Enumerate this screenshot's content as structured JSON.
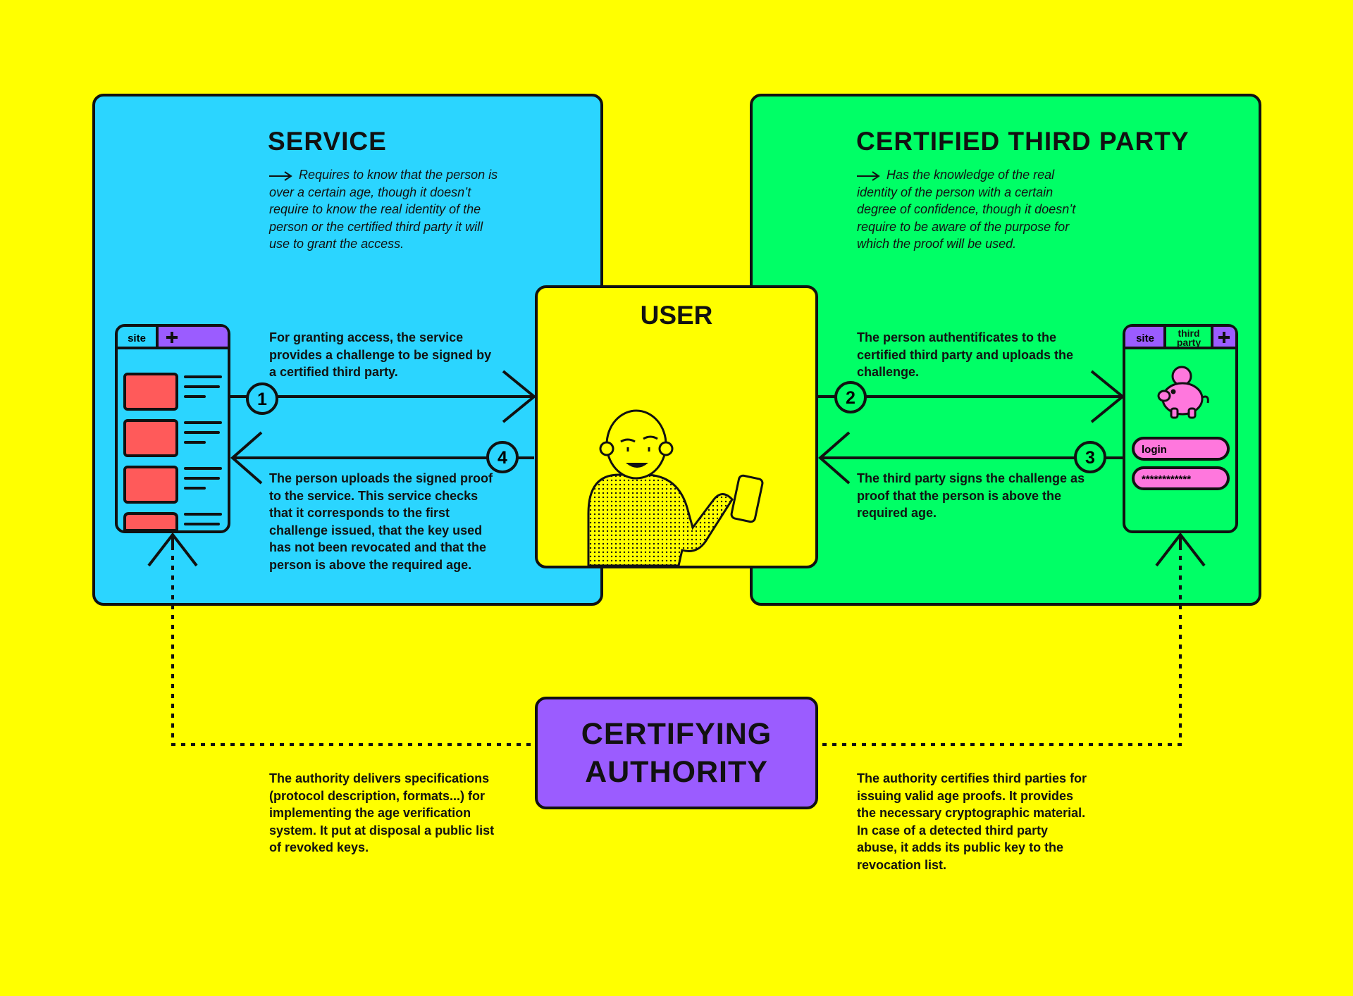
{
  "service": {
    "title": "SERVICE",
    "description": "Requires to know that the person is over a certain age, though it doesn’t require to know the real identity of the person or the certified third party it will use to grant the access.",
    "step1_text": "For granting access, the service provides a challenge to be signed by a certified third party.",
    "step4_text": "The person uploads the signed proof to the service. This service checks that it corresponds to the first challenge issued, that the key used has not been revocated and that the person is above the required age.",
    "browser_tab": "site"
  },
  "third_party": {
    "title": "CERTIFIED THIRD PARTY",
    "description": "Has the knowledge of the real identity of the person with a certain degree of confidence, though it doesn’t require to be aware of the purpose for which the proof will be used.",
    "step2_text": "The person authentificates to the certified third party and uploads the challenge.",
    "step3_text": "The third party signs the challenge as proof that the person is above the required age.",
    "browser_tab_site": "site",
    "browser_tab_third": "third party",
    "login_label": "login",
    "password_mask": "************"
  },
  "user": {
    "title": "USER"
  },
  "authority": {
    "title": "CERTIFYING AUTHORITY",
    "left_text": "The authority delivers specifications (protocol description, formats...) for implementing the age verification system. It put at disposal a public list of revoked keys.",
    "right_text": "The authority certifies third parties for issuing valid age proofs. It provides the necessary cryptographic material. In case of a detected third party abuse, it adds its public key to the revocation list."
  },
  "steps": [
    "1",
    "2",
    "3",
    "4"
  ],
  "colors": {
    "background": "#ffff00",
    "service": "#2bd5ff",
    "third_party": "#00ff66",
    "authority": "#9b5cff",
    "accent_pink": "#ff77dd",
    "card_red": "#ff5a5a"
  },
  "icons": [
    "arrow-right-icon",
    "plus-icon",
    "piggy-bank-icon",
    "phone-icon"
  ]
}
